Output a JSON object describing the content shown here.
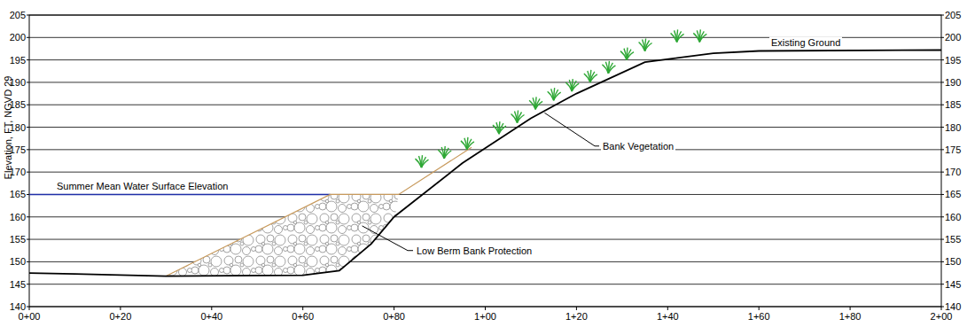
{
  "diagram": {
    "labels": [
      "205",
      "200",
      "195",
      "190",
      "185",
      "180",
      "175",
      "170",
      "165",
      "160",
      "155",
      "150",
      "145",
      "140",
      "205",
      "200",
      "195",
      "190",
      "185",
      "180",
      "175",
      "170",
      "165",
      "160",
      "155",
      "150",
      "145",
      "140",
      "0+00",
      "0+20",
      "0+40",
      "0+60",
      "0+80",
      "1+00",
      "1+20",
      "1+40",
      "1+60",
      "1+80",
      "2+00",
      "Elevation, FT, NGVD 29",
      "Summer Mean Water Surface Elevation",
      "Bank Vegetation",
      "Low Berm Bank Protection",
      "Existing Ground"
    ]
  }
}
